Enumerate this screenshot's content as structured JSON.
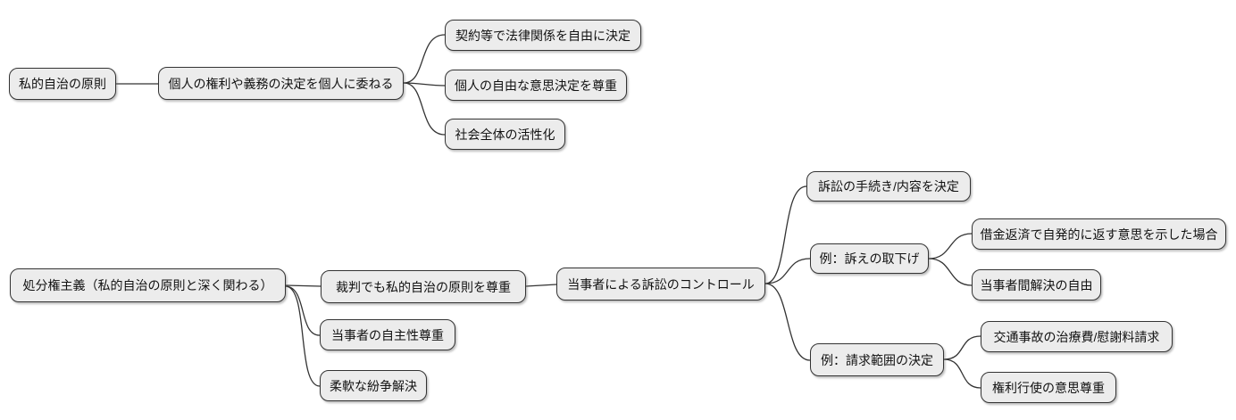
{
  "diagram": {
    "type": "mindmap-flowchart",
    "background_color": "#ffffff",
    "node_fill_color": "#ececec",
    "node_border_color": "#333333",
    "edge_color": "#333333",
    "text_color": "#111111"
  },
  "nodes": {
    "t1_root": {
      "label": "私的自治の原則"
    },
    "t1_mid": {
      "label": "個人の権利や義務の決定を個人に委ねる"
    },
    "t1_c1": {
      "label": "契約等で法律関係を自由に決定"
    },
    "t1_c2": {
      "label": "個人の自由な意思決定を尊重"
    },
    "t1_c3": {
      "label": "社会全体の活性化"
    },
    "t2_root": {
      "label": "処分権主義（私的自治の原則と深く関わる）"
    },
    "t2_c1": {
      "label": "裁判でも私的自治の原則を尊重"
    },
    "t2_c2": {
      "label": "当事者の自主性尊重"
    },
    "t2_c3": {
      "label": "柔軟な紛争解決"
    },
    "t2_ctrl": {
      "label": "当事者による訴訟のコントロール"
    },
    "t2_g1": {
      "label": "訴訟の手続き/内容を決定"
    },
    "t2_g2": {
      "label": "例：訴えの取下げ"
    },
    "t2_g3": {
      "label": "例：請求範囲の決定"
    },
    "t2_h1": {
      "label": "借金返済で自発的に返す意思を示した場合"
    },
    "t2_h2": {
      "label": "当事者間解決の自由"
    },
    "t2_i1": {
      "label": "交通事故の治療費/慰謝料請求"
    },
    "t2_i2": {
      "label": "権利行使の意思尊重"
    }
  },
  "edges": [
    {
      "from": "t1_root",
      "to": "t1_mid"
    },
    {
      "from": "t1_mid",
      "to": "t1_c1"
    },
    {
      "from": "t1_mid",
      "to": "t1_c2"
    },
    {
      "from": "t1_mid",
      "to": "t1_c3"
    },
    {
      "from": "t2_root",
      "to": "t2_c1"
    },
    {
      "from": "t2_root",
      "to": "t2_c2"
    },
    {
      "from": "t2_root",
      "to": "t2_c3"
    },
    {
      "from": "t2_c1",
      "to": "t2_ctrl"
    },
    {
      "from": "t2_ctrl",
      "to": "t2_g1"
    },
    {
      "from": "t2_ctrl",
      "to": "t2_g2"
    },
    {
      "from": "t2_ctrl",
      "to": "t2_g3"
    },
    {
      "from": "t2_g2",
      "to": "t2_h1"
    },
    {
      "from": "t2_g2",
      "to": "t2_h2"
    },
    {
      "from": "t2_g3",
      "to": "t2_i1"
    },
    {
      "from": "t2_g3",
      "to": "t2_i2"
    }
  ]
}
